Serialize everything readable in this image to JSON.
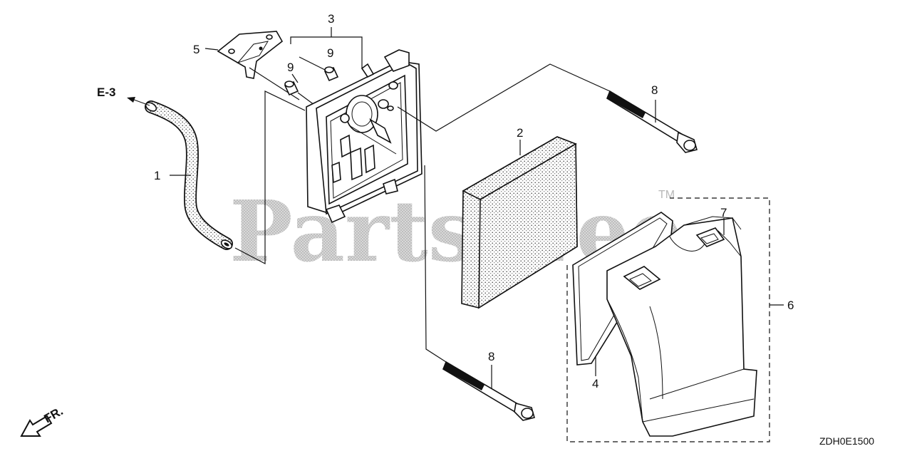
{
  "watermark": {
    "brand": "PartsTree",
    "trademark": "TM"
  },
  "reference": "E-3",
  "direction": "FR.",
  "diagram_code": "ZDH0E1500",
  "callouts": {
    "tube": "1",
    "filter_element": "2",
    "case_assembly": "3",
    "cover_seal": "4",
    "gasket": "5",
    "cover_assembly": "6",
    "cover_inner": "7",
    "bolt_upper": "8",
    "bolt_lower": "8",
    "collar_a": "9",
    "collar_b": "9"
  },
  "icons": {
    "direction_arrow": "arrow-down-left-icon",
    "reference_arrow": "arrow-left-icon"
  }
}
